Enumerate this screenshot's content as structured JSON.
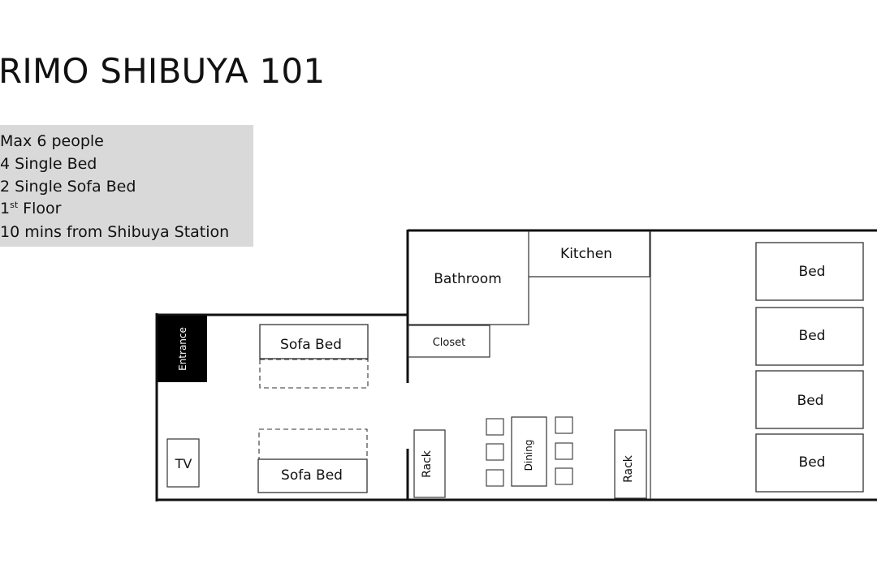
{
  "title": "RIMO SHIBUYA 101",
  "info": {
    "max_people": "Max 6 people",
    "single_beds": "4 Single Bed",
    "sofa_beds": "2 Single Sofa Bed",
    "floor_number": "1",
    "floor_suffix": "st",
    "floor_word": " Floor",
    "access": "10 mins from Shibuya Station"
  },
  "rooms": {
    "bathroom": "Bathroom",
    "kitchen": "Kitchen",
    "closet": "Closet",
    "entrance": "Entrance"
  },
  "furniture": {
    "sofa_bed": "Sofa Bed",
    "tv": "TV",
    "rack": "Rack",
    "dining": "Dining",
    "bed": "Bed"
  },
  "colors": {
    "wall": "#111111",
    "info_box": "#d9d9d9",
    "entrance_fill": "#000000"
  }
}
